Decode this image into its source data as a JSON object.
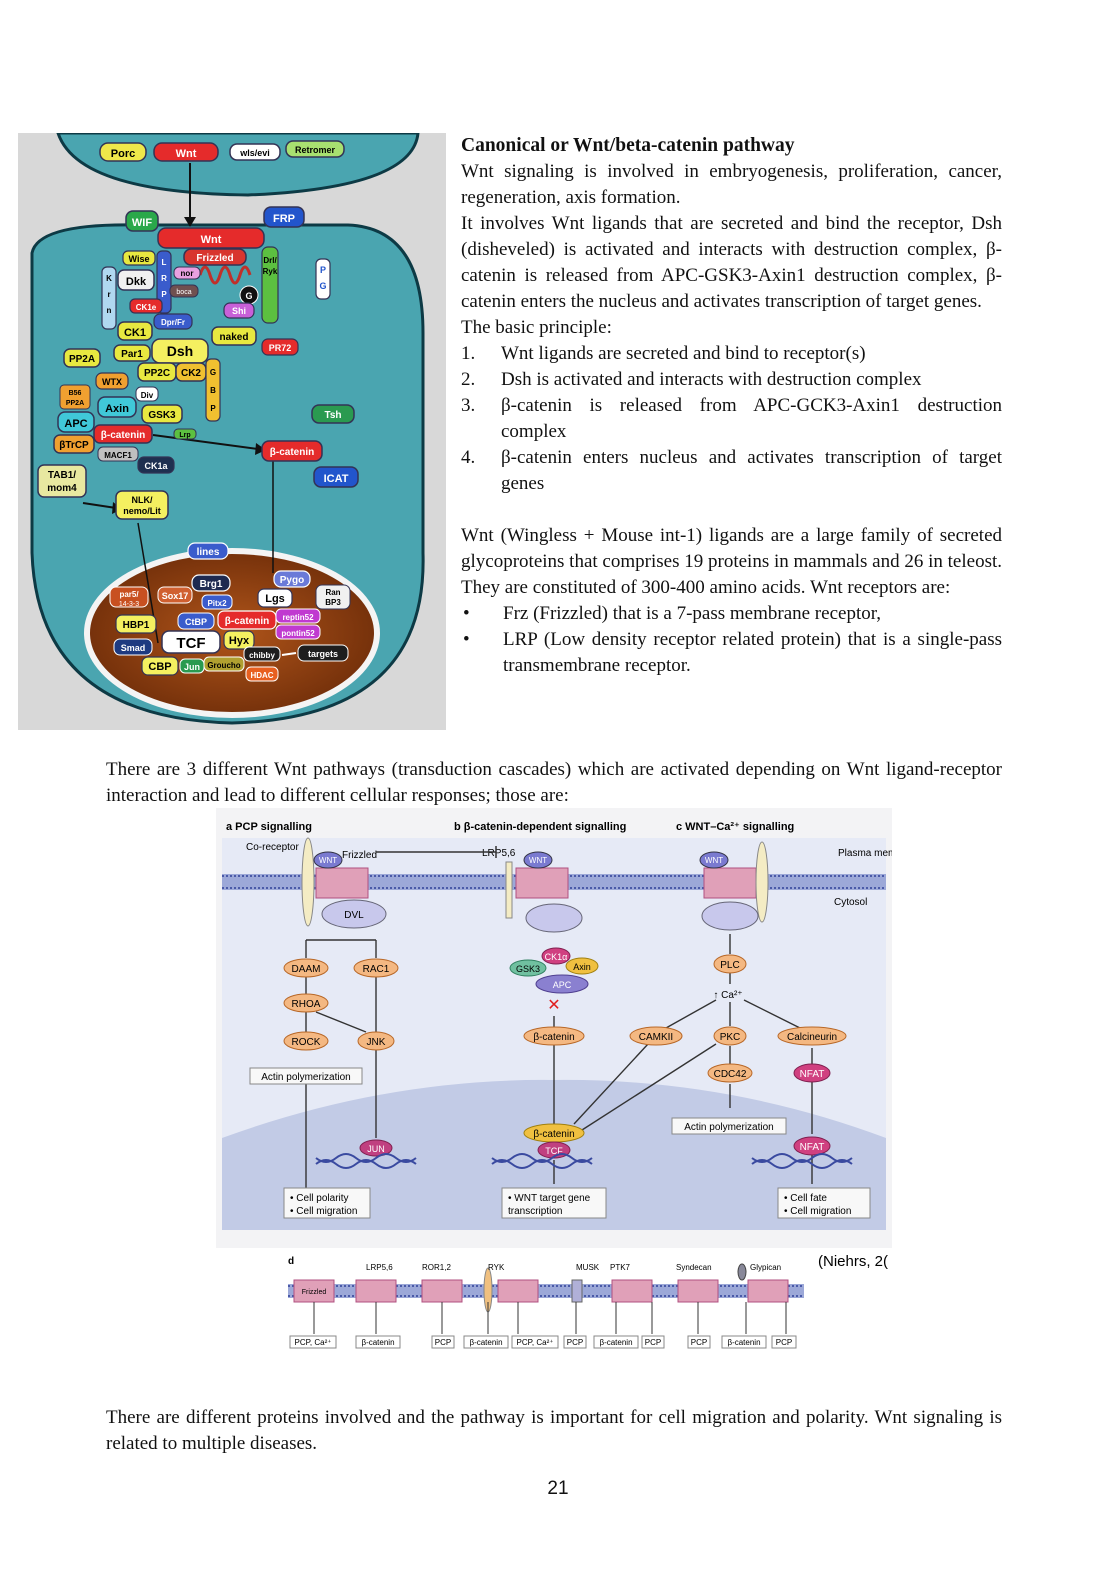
{
  "figure1": {
    "proteins": {
      "porc": "Porc",
      "wnt_top": "Wnt",
      "wls": "wls/evi",
      "retromer": "Retromer",
      "wif": "WIF",
      "frp": "FRP",
      "wnt_receptor": "Wnt",
      "frizzled": "Frizzled",
      "wise": "Wise",
      "dkk": "Dkk",
      "krn": "K r n",
      "lrp": "L R P",
      "nor": "nor",
      "drl": "Drl/ Ryk",
      "pg": "P G",
      "boca": "boca",
      "shi": "Shi",
      "g": "G",
      "ck1e": "CK1e",
      "dpr": "Dpr/Fr",
      "ck1": "CK1",
      "naked": "naked",
      "pp2a": "PP2A",
      "par1": "Par1",
      "dsh": "Dsh",
      "pr72": "PR72",
      "wtx": "WTX",
      "pp2c": "PP2C",
      "ck2": "CK2",
      "gbp": "G B P",
      "b56": "B56 PP2A",
      "div": "Div",
      "axin": "Axin",
      "gsk3": "GSK3",
      "apc": "APC",
      "bcatenin_cyto": "β-catenin",
      "lrp_small": "Lrp",
      "tsh": "Tsh",
      "btrcp": "βTrCP",
      "macf1": "MACF1",
      "ck1a": "CK1a",
      "bcatenin_free": "β-catenin",
      "icat": "ICAT",
      "tab1": "TAB1/ mom4",
      "nlk": "NLK/ nemo/Lit",
      "lines": "lines",
      "brg1": "Brg1",
      "pygo": "Pygo",
      "par5": "par5/ 14-3-3",
      "sox17": "Sox17",
      "pitx2": "Pitx2",
      "lgs": "Lgs",
      "ranbp3": "Ran BP3",
      "hbp1": "HBP1",
      "ctbp": "CtBP",
      "bcatenin_nuc": "β-catenin",
      "reptin": "reptin52",
      "pontin": "pontin52",
      "tcf": "TCF",
      "hyx": "Hyx",
      "smad": "Smad",
      "chibby": "chibby",
      "targets": "targets",
      "cbp": "CBP",
      "jun": "Jun",
      "groucho": "Groucho",
      "hdac": "HDAC"
    }
  },
  "text": {
    "heading": "Canonical or Wnt/beta-catenin pathway",
    "p1": "Wnt signaling is involved in embryogenesis, proliferation, cancer, regeneration, axis formation.",
    "p2": "It involves Wnt ligands that are secreted and bind the receptor, Dsh (disheveled) is activated and interacts with destruction complex, β-catenin is released from APC-GSK3-Axin1 destruction complex, β-catenin enters the nucleus and activates transcription of target genes.",
    "p3": "The basic principle:",
    "list": [
      {
        "num": "1.",
        "text": "Wnt ligands are secreted and bind to receptor(s)"
      },
      {
        "num": "2.",
        "text": "Dsh is activated and interacts with destruction complex"
      },
      {
        "num": "3.",
        "text": "β-catenin is released from APC-GCK3-Axin1 destruction complex"
      },
      {
        "num": "4.",
        "text": "β-catenin enters nucleus and activates transcription of target genes"
      }
    ],
    "p4": "Wnt (Wingless + Mouse int-1) ligands are a large family of secreted glycoproteins that comprises 19 proteins in mammals and 26 in teleost. They are constituted of 300-400 amino acids. Wnt receptors are:",
    "bullets": [
      "Frz (Frizzled) that is a 7-pass membrane receptor,",
      "LRP (Low density receptor related protein) that is a single-pass transmembrane receptor."
    ],
    "bullet_symbol": "•",
    "p5": "There are 3 different Wnt pathways (transduction cascades) which are activated depending on Wnt ligand-receptor interaction and lead to different cellular responses; those are:",
    "p6": "There are different proteins involved and the pathway is important for cell migration and polarity. Wnt signaling is related to multiple diseases.",
    "page_number": "21"
  },
  "figure2": {
    "panel_a": "a  PCP signalling",
    "panel_b": "b  β-catenin-dependent signalling",
    "panel_c": "c  WNT–Ca²⁺ signalling",
    "coreceptor": "Co-receptor",
    "frizzled": "Frizzled",
    "lrp56": "LRP5,6",
    "plasma_membrane": "Plasma membrane",
    "cytosol": "Cytosol",
    "wnt": "WNT",
    "dvl": "DVL",
    "daam": "DAAM",
    "rac1": "RAC1",
    "rhoa": "RHOA",
    "rock": "ROCK",
    "jnk": "JNK",
    "actin_a": "Actin polymerization",
    "jun": "JUN",
    "out_a": [
      "• Cell polarity",
      "• Cell migration"
    ],
    "ck1a": "CK1α",
    "gsk3": "GSK3",
    "axin": "Axin",
    "apc": "APC",
    "bcat1": "β-catenin",
    "bcat2": "β-catenin",
    "tcf": "TCF",
    "out_b": [
      "• WNT target gene",
      "  transcription"
    ],
    "plc": "PLC",
    "ca": "↑ Ca²⁺",
    "camkii": "CAMKII",
    "pkc": "PKC",
    "calcineurin": "Calcineurin",
    "cdc42": "CDC42",
    "nfat1": "NFAT",
    "nfat2": "NFAT",
    "actin_c": "Actin polymerization",
    "out_c": [
      "• Cell fate",
      "• Cell migration"
    ]
  },
  "figure3": {
    "panel_d": "d",
    "receptors": [
      "LRP5,6",
      "ROR1,2",
      "RYK",
      "MUSK",
      "PTK7",
      "Syndecan",
      "Glypican"
    ],
    "frizzled": "Frizzled",
    "outputs": [
      "PCP, Ca²⁺",
      "β-catenin",
      "PCP",
      "β-catenin",
      "PCP, Ca²⁺",
      "PCP",
      "β-catenin",
      "PCP",
      "PCP",
      "β-catenin",
      "PCP"
    ],
    "citation": "(Niehrs, 2("
  }
}
